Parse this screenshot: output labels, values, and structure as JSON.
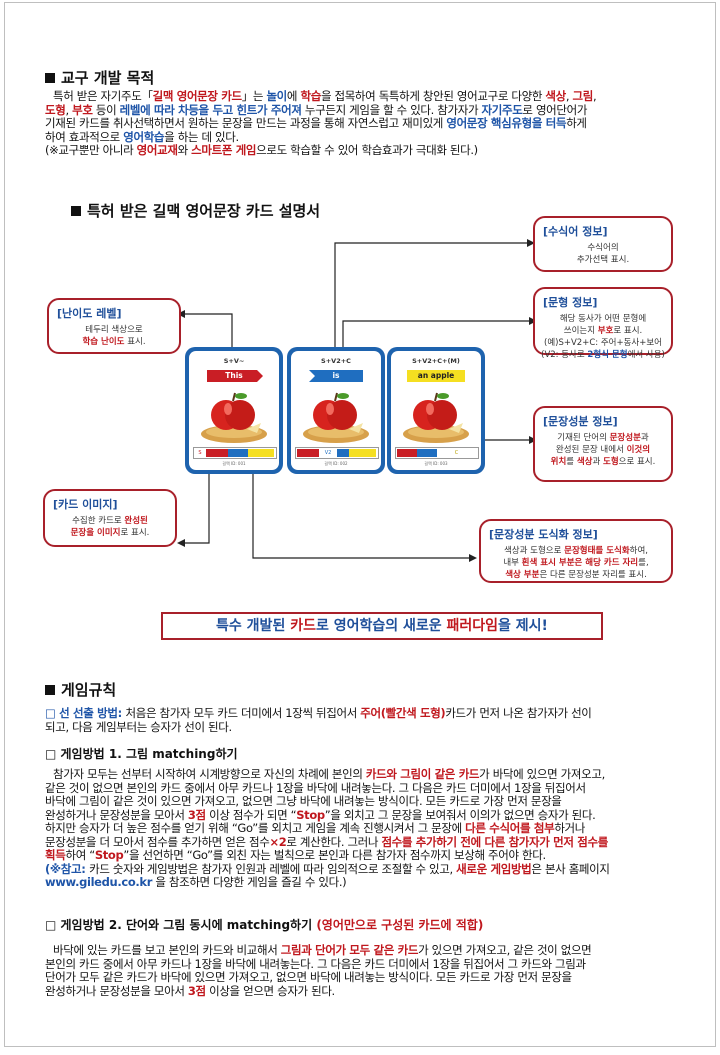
{
  "section1": {
    "title": "교구 개발 목적"
  },
  "intro": [
    [
      [
        "n",
        "특허 받은 자기주도「"
      ],
      [
        "r",
        "길맥 영어문장 카드"
      ],
      [
        "n",
        "」는 "
      ],
      [
        "b",
        "놀이"
      ],
      [
        "n",
        "에 "
      ],
      [
        "r",
        "학습"
      ],
      [
        "n",
        "을 접목하여 독특하게 창안된 영어교구로 다양한 "
      ],
      [
        "r",
        "색상"
      ],
      [
        "n",
        ", "
      ],
      [
        "r",
        "그림"
      ],
      [
        "n",
        ","
      ]
    ],
    [
      [
        "r",
        "도형"
      ],
      [
        "n",
        ", "
      ],
      [
        "r",
        "부호"
      ],
      [
        "n",
        " 등이 "
      ],
      [
        "b",
        "레벨에 따라 차등을 두고 힌트가 주어져"
      ],
      [
        "n",
        " 누구든지 게임을 할 수 있다. 참가자가 "
      ],
      [
        "b",
        "자기주도"
      ],
      [
        "n",
        "로 영어단어가"
      ]
    ],
    [
      [
        "n",
        "기재된 카드를 취사선택하면서 원하는 문장을 만드는 과정을 통해 자연스럽고 재미있게 "
      ],
      [
        "b",
        "영어문장 핵심유형을 터득"
      ],
      [
        "n",
        "하게"
      ]
    ],
    [
      [
        "n",
        "하여 효과적으로 "
      ],
      [
        "b",
        "영어학습"
      ],
      [
        "n",
        "을 하는 데 있다."
      ]
    ],
    [
      [
        "n",
        "(※교구뿐만 아니라 "
      ],
      [
        "r",
        "영어교재"
      ],
      [
        "n",
        "와 "
      ],
      [
        "r",
        "스마트폰 게임"
      ],
      [
        "n",
        "으로도 학습할 수 있어 학습효과가 극대화 된다.)"
      ]
    ]
  ],
  "section2": {
    "title": "특허 받은 길맥 영어문장 카드 설명서"
  },
  "info_boxes": {
    "modifier": {
      "title": "[수식어 정보]",
      "lines": [
        [
          [
            "n",
            "수식어의"
          ]
        ],
        [
          [
            "n",
            "추가선택 표시."
          ]
        ]
      ]
    },
    "difficulty": {
      "title": "[난이도 레벨]",
      "lines": [
        [
          [
            "n",
            "테두리 색상으로"
          ]
        ],
        [
          [
            "r",
            "학습 난이도"
          ],
          [
            "n",
            " 표시."
          ]
        ]
      ]
    },
    "pattern": {
      "title": "[문형 정보]",
      "lines": [
        [
          [
            "n",
            "해당 동사가 어떤 문형에"
          ]
        ],
        [
          [
            "n",
            "쓰이는지 "
          ],
          [
            "r",
            "부호"
          ],
          [
            "n",
            "로 표시."
          ]
        ],
        [
          [
            "n",
            "(예)S+V2+C: 주어+동사+보어"
          ]
        ],
        [
          [
            "n",
            "(V2: 동사로 "
          ],
          [
            "b",
            "2형식 문형"
          ],
          [
            "n",
            "에서 사용)"
          ]
        ]
      ]
    },
    "component": {
      "title": "[문장성분 정보]",
      "lines": [
        [
          [
            "n",
            "기재된 단어의 "
          ],
          [
            "r",
            "문장성분"
          ],
          [
            "n",
            "과"
          ]
        ],
        [
          [
            "n",
            "완성된 문장 내에서 "
          ],
          [
            "r",
            "이것의"
          ]
        ],
        [
          [
            "r",
            "위치"
          ],
          [
            "n",
            "를 "
          ],
          [
            "r",
            "색상"
          ],
          [
            "n",
            "과 "
          ],
          [
            "r",
            "도형"
          ],
          [
            "n",
            "으로 표시."
          ]
        ]
      ]
    },
    "card_image": {
      "title": "[카드 이미지]",
      "lines": [
        [
          [
            "n",
            "수집한 카드로 "
          ],
          [
            "r",
            "완성된"
          ]
        ],
        [
          [
            "r",
            "문장을 이미지"
          ],
          [
            "n",
            "로 표시."
          ]
        ]
      ]
    },
    "diagram": {
      "title": "[문장성분 도식화 정보]",
      "lines": [
        [
          [
            "n",
            "색상과 도형으로 "
          ],
          [
            "r",
            "문장형태를 도식화"
          ],
          [
            "n",
            "하여,"
          ]
        ],
        [
          [
            "n",
            "내부 "
          ],
          [
            "r",
            "흰색 표시 부분은 해당 카드 자리"
          ],
          [
            "n",
            "를,"
          ]
        ],
        [
          [
            "r",
            "색상 부분"
          ],
          [
            "n",
            "은 다른 문장성분 자리를 표시."
          ]
        ]
      ]
    }
  },
  "cards": [
    {
      "code": "S+V~",
      "word": "This",
      "bottom_label": "S",
      "small": "길맥 ID: 001"
    },
    {
      "code": "S+V2+C",
      "word": "is",
      "bottom_label": "V2",
      "small": "길맥 ID: 002"
    },
    {
      "code": "S+V2+C+(M)",
      "word": "an apple",
      "bottom_label": "C",
      "small": "길맥 ID: 003"
    }
  ],
  "banner": [
    [
      "n",
      "특수 개발된 "
    ],
    [
      "r",
      "카드"
    ],
    [
      "n",
      "로 영어학습의 새로운 "
    ],
    [
      "r",
      "패러다임"
    ],
    [
      "n",
      "을 제시!"
    ]
  ],
  "section3": {
    "title": "게임규칙"
  },
  "first_turn": [
    [
      [
        "b",
        "□ 선 선출 방법: "
      ],
      [
        "n",
        "처음은 참가자 모두 카드 더미에서 1장씩 뒤집어서 "
      ],
      [
        "r",
        "주어(빨간색 도형)"
      ],
      [
        "n",
        "카드가 먼저 나온 참가자가 선이"
      ]
    ],
    [
      [
        "n",
        "되고, 다음 게임부터는 승자가 선이 된다."
      ]
    ]
  ],
  "method1": {
    "title": "□ 게임방법 1. 그림 matching하기"
  },
  "method1_body": [
    [
      [
        "n",
        "참가자 모두는 선부터 시작하여 시계방향으로 자신의 차례에 본인의 "
      ],
      [
        "r",
        "카드와 그림이 같은 카드"
      ],
      [
        "n",
        "가 바닥에 있으면 가져오고,"
      ]
    ],
    [
      [
        "n",
        "같은 것이 없으면 본인의 카드 중에서 아무 카드나 1장을 바닥에 내려놓는다. 그 다음은 카드 더미에서 1장을 뒤집어서"
      ]
    ],
    [
      [
        "n",
        "바닥에 그림이 같은 것이 있으면 가져오고, 없으면 그냥 바닥에 내려놓는 방식이다. 모든 카드로 가장 먼저 문장을"
      ]
    ],
    [
      [
        "n",
        "완성하거나 문장성분을 모아서 "
      ],
      [
        "r",
        "3점"
      ],
      [
        "n",
        " 이상 점수가 되면 “"
      ],
      [
        "r",
        "Stop"
      ],
      [
        "n",
        "”을 외치고 그 문장을 보여줘서 이의가 없으면 승자가 된다."
      ]
    ],
    [
      [
        "n",
        "하지만 승자가 더 높은 점수를 얻기 위해 “Go”를 외치고 게임을 계속 진행시켜서 그 문장에 "
      ],
      [
        "r",
        "다른 수식어를 첨부"
      ],
      [
        "n",
        "하거나"
      ]
    ],
    [
      [
        "n",
        "문장성분을 더 모아서 점수를 추가하면 얻은 점수"
      ],
      [
        "r",
        "×2"
      ],
      [
        "n",
        "로 계산한다. 그러나 "
      ],
      [
        "r",
        "점수를 추가하기 전에 다른 참가자가 먼저 점수를"
      ]
    ],
    [
      [
        "r",
        "획득"
      ],
      [
        "n",
        "하여 “"
      ],
      [
        "r",
        "Stop"
      ],
      [
        "n",
        "”을 선언하면 “Go”를 외친 자는 벌칙으로 본인과 다른 참가자 점수까지 보상해 주어야 한다."
      ]
    ],
    [
      [
        "b",
        "(※참고: "
      ],
      [
        "n",
        "카드 숫자와 게임방법은 참가자 인원과 레벨에 따라 임의적으로 조절할 수 있고, "
      ],
      [
        "r",
        "새로운 게임방법"
      ],
      [
        "n",
        "은 본사 홈페이지"
      ]
    ],
    [
      [
        "b",
        "www.giledu.co.kr"
      ],
      [
        "n",
        " 을 참조하면 다양한 게임을 즐길 수 있다.)"
      ]
    ]
  ],
  "method2": {
    "title": "□ 게임방법 2. 단어와 그림 동시에 matching하기",
    "note": "(영어만으로 구성된 카드에 적합)"
  },
  "method2_body": [
    [
      [
        "n",
        "바닥에 있는 카드를 보고 본인의 카드와 비교해서 "
      ],
      [
        "r",
        "그림과 단어가 모두 같은 카드"
      ],
      [
        "n",
        "가 있으면 가져오고, 같은 것이 없으면"
      ]
    ],
    [
      [
        "n",
        "본인의 카드 중에서 아무 카드나 1장을 바닥에 내려놓는다. 그 다음은 카드 더미에서 1장을 뒤집어서 그 카드와 그림과"
      ]
    ],
    [
      [
        "n",
        "단어가 모두 같은 카드가 바닥에 있으면 가져오고, 없으면 바닥에 내려놓는 방식이다. 모든 카드로 가장 먼저 문장을"
      ]
    ],
    [
      [
        "n",
        "완성하거나 문장성분을 모아서 "
      ],
      [
        "r",
        "3점"
      ],
      [
        "n",
        " 이상을 얻으면 승자가 된다."
      ]
    ]
  ],
  "colors": {
    "accent_red": "#c0181e",
    "accent_blue": "#1f55a8",
    "card_blue": "#1e63ae",
    "box_border": "#a8202a"
  }
}
